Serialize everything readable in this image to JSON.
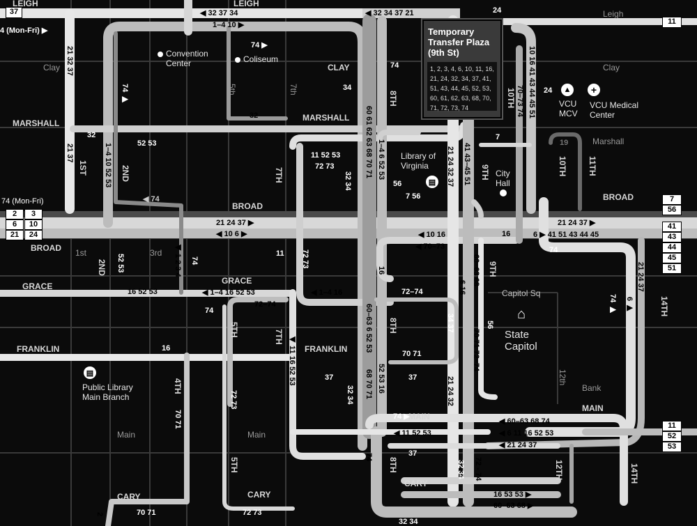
{
  "streets": {
    "leigh_top_left": "LEIGH",
    "leigh_top_mid": "LEIGH",
    "leigh_right": "Leigh",
    "clay_left": "Clay",
    "clay_mid": "CLAY",
    "clay_right": "Clay",
    "marshall_left": "MARSHALL",
    "marshall_mid": "MARSHALL",
    "marshall_right": "Marshall",
    "broad_mid": "BROAD",
    "broad_left": "BROAD",
    "broad_right": "BROAD",
    "grace_left": "GRACE",
    "grace_mid": "GRACE",
    "franklin_left": "FRANKLIN",
    "franklin_mid": "FRANKLIN",
    "main_mid": "MAIN",
    "main_left": "Main",
    "main_center": "Main",
    "main_right": "MAIN",
    "cary_left": "CARY",
    "cary_mid": "CARY",
    "cary_right": "CARY",
    "bank": "Bank",
    "first": "1ST",
    "first_small": "1st",
    "second": "2ND",
    "second_low": "2ND",
    "third_small": "3rd",
    "fourth": "4TH",
    "fifth_small": "5th",
    "fifth": "5TH",
    "fifth_low": "5TH",
    "seventh_small": "7th",
    "seventh": "7TH",
    "seventh_low": "7TH",
    "eighth": "8TH",
    "eighth_mid": "8TH",
    "eighth_low": "8TH",
    "ninth": "9TH",
    "ninth_mid": "9TH",
    "tenth": "10TH",
    "tenth_mid": "10TH",
    "eleventh": "11TH",
    "twelfth_small": "12th",
    "twelfth": "12TH",
    "fourteenth": "14TH",
    "fourteenth_low": "14TH"
  },
  "pois": {
    "convention_center": "Convention Center",
    "coliseum": "Coliseum",
    "library_of_virginia": "Library of Virginia",
    "city_hall": "City Hall",
    "vcu_mcv": "VCU MCV",
    "vcu_medical_center": "VCU Medical Center",
    "capitol_sq": "Capitol Sq",
    "state_capitol": "State Capitol",
    "public_library": "Public Library Main Branch"
  },
  "transfer_plaza": {
    "title": "Temporary Transfer Plaza (9th St)",
    "routes": "1, 2, 3, 4, 6, 10, 11, 16, 21, 24, 32, 34, 37, 41, 51, 43, 44, 45, 52, 53, 60, 61, 62, 63, 68, 70, 71, 72, 73, 74"
  },
  "boxes": {
    "b37": "37",
    "b24_top": "24",
    "b11_top": "11",
    "b2": "2",
    "b3": "3",
    "b6": "6",
    "b10": "10",
    "b21": "21",
    "b24": "24",
    "b7": "7",
    "b56": "56",
    "b41": "41",
    "b43": "43",
    "b44": "44",
    "b45": "45",
    "b51": "51",
    "b11_main": "11",
    "b52": "52",
    "b53": "53"
  },
  "routes": {
    "r_leigh_top": "◀ 32  37      34",
    "r_leigh_top2": "◀ 32  34  37  21",
    "r_1_4_10": "1–4  10 ▶",
    "r_mon_fri_top": "4 (Mon-Fri) ▶",
    "r_74_top": "74 ▶",
    "r_74_clay": "74",
    "r_21_32_37": "21  32  37",
    "r_32_left": "32",
    "r_32_mid": "32",
    "r_34_clay": "34",
    "r_52_53": "52  53",
    "r_21_37": "21  37",
    "r_1_4_10_52_53": "1–4  10  52  53",
    "r_74_v": "74 ▶",
    "r_74_mid": "◀ 74",
    "r_broad_21_24_37": "21  24  37 ▶",
    "r_broad_10_6": "◀ 10     6 ▶",
    "r_74_mon_fri": "74 (Mon-Fri)",
    "r_11_52_53": "11  52  53",
    "r_72_73": "72  73",
    "r_32_34": "32  34",
    "r_60_61": "60  61  62  63  68  70  71",
    "r_1_4_6": "1–4  6  52  53",
    "r_56_7": "7  56",
    "r_56": "56",
    "r_41_43": "41  43–45  51",
    "r_21_24": "21  24  32  37",
    "r_10_16": "◀ 10  16",
    "r_70_73": "◀ 70–73",
    "r_16_right": "16",
    "r_6_41": "6 ▶  41  51  43  44  45",
    "r_21_24_37_r": "21  24  37 ▶",
    "r_74_r": "74",
    "r_7": "7",
    "r_19": "19",
    "r_24_vcu": "24",
    "r_10_16_41": "10  16  41  43  44  45  51",
    "r_70_73_74": "70–73  74",
    "r_52_53_2nd": "52  53",
    "r_1_2_3_4": "◀ 1  2  3  4",
    "r_74_grace": "74",
    "r_grace_1_4": "◀ 1–4  16  52  53",
    "r_16_52_53": "16  52  53",
    "r_72_74": "72–74",
    "r_74_small": "74",
    "r_11": "11",
    "r_72_73_v": "72  73",
    "r_1_4_16": "◀ 1–4  16",
    "r_16_v": "16",
    "r_72_74_mid": "72–74",
    "r_60_63_68": "60–63  68",
    "r_6_16": "6  16",
    "r_70_71_72": "70  71  72–74",
    "r_34_37": "34  37",
    "r_56_r": "56",
    "r_74_right": "74 ▶",
    "r_6_right": "6 ▶",
    "r_21_24_37_v": "21  24  37",
    "r_16_franklin": "16",
    "r_11_16_52_53": "◀ 11  16  52  53",
    "r_60_63_v": "60–63  6  52  53",
    "r_70_71": "70  71",
    "r_37": "37",
    "r_32_34_b": "32  34",
    "r_52_53_16": "52  53  16",
    "r_68_70_71": "68  70  71",
    "r_21_24_32": "21  24  32",
    "r_37_b": "37",
    "r_72_73_5th": "72  73",
    "r_70_71_4th": "70  71",
    "r_74_main": "74 ▶",
    "r_main_60_63": "◀ 60–63  68  74",
    "r_main_6_11": "◀ 6  11  16  52  53",
    "r_main_21": "◀ 21  24  37",
    "r_11_52_53_main": "◀ 11  52  53",
    "r_37_main": "37",
    "r_74_8th": "74",
    "r_32_34_v": "32  34",
    "r_72_74_v": "72 - 74",
    "r_16_53_cary": "16  53  53 ▶",
    "r_60_63_cary": "60–63  68 ▶",
    "r_70_71_cary": "70  71",
    "r_72_73_cary": "72  73",
    "r_32_34_bot": "32  34",
    "r_2_bot": "2",
    "r_16_left": "16",
    "r_24_top": "24"
  }
}
